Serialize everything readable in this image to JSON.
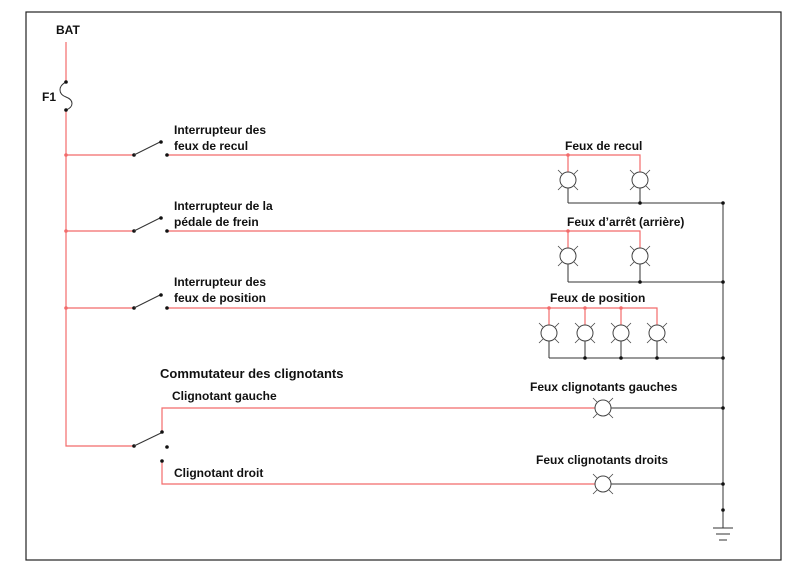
{
  "title": "Schéma électrique des feux arrière",
  "labels": {
    "bat": "BAT",
    "fuse": "F1",
    "sw_recul_1": "Interrupteur des",
    "sw_recul_2": "feux de recul",
    "sw_frein_1": "Interrupteur de la",
    "sw_frein_2": "pédale de frein",
    "sw_pos_1": "Interrupteur des",
    "sw_pos_2": "feux de position",
    "lamps_recul": "Feux de recul",
    "lamps_arret": "Feux d’arrêt (arrière)",
    "lamps_pos": "Feux de position",
    "commutateur": "Commutateur des clignotants",
    "cl_gauche": "Clignotant gauche",
    "cl_droit": "Clignotant droit",
    "lamps_cl_g": "Feux clignotants gauches",
    "lamps_cl_d": "Feux clignotants droits"
  },
  "colors": {
    "live": "#f26b6b",
    "ground": "#333333"
  }
}
